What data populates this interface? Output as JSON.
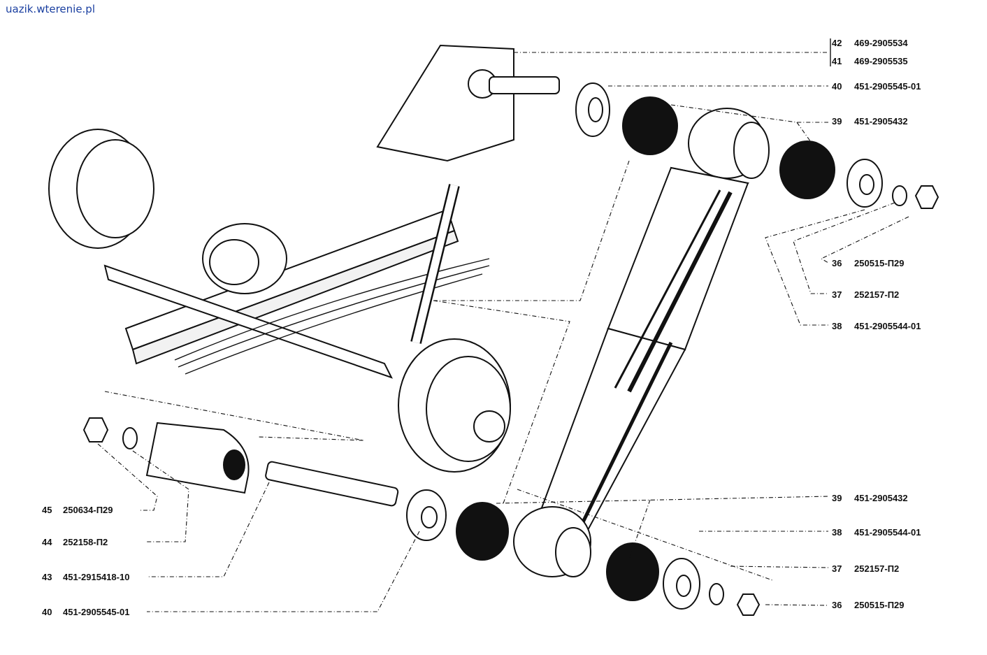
{
  "watermark": "uazik.wterenie.pl",
  "callouts_right": [
    {
      "num": "42",
      "part": "469-2905534"
    },
    {
      "num": "41",
      "part": "469-2905535"
    },
    {
      "num": "40",
      "part": "451-2905545-01"
    },
    {
      "num": "39",
      "part": "451-2905432"
    },
    {
      "num": "36",
      "part": "250515-П29"
    },
    {
      "num": "37",
      "part": "252157-П2"
    },
    {
      "num": "38",
      "part": "451-2905544-01"
    },
    {
      "num": "39",
      "part": "451-2905432"
    },
    {
      "num": "38",
      "part": "451-2905544-01"
    },
    {
      "num": "37",
      "part": "252157-П2"
    },
    {
      "num": "36",
      "part": "250515-П29"
    }
  ],
  "callouts_left": [
    {
      "num": "45",
      "part": "250634-П29"
    },
    {
      "num": "44",
      "part": "252158-П2"
    },
    {
      "num": "43",
      "part": "451-2915418-10"
    },
    {
      "num": "40",
      "part": "451-2905545-01"
    }
  ]
}
